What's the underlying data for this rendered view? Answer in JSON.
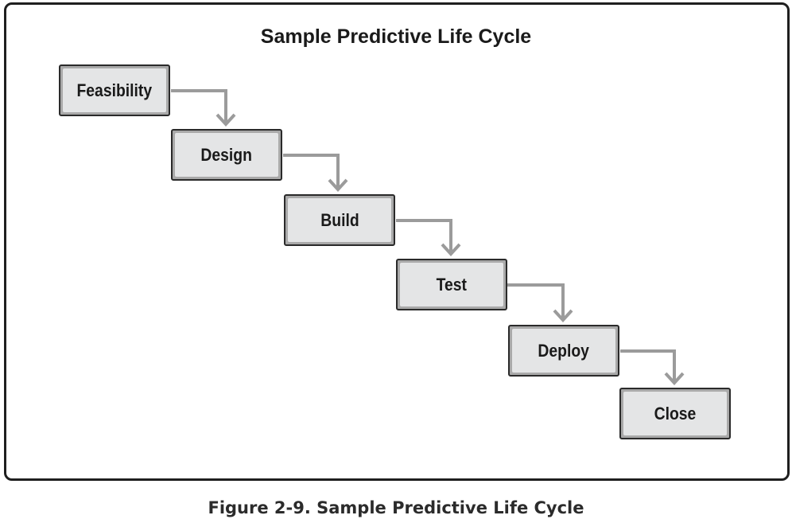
{
  "diagram": {
    "title": "Sample Predictive Life Cycle",
    "steps": [
      {
        "label": "Feasibility"
      },
      {
        "label": "Design"
      },
      {
        "label": "Build"
      },
      {
        "label": "Test"
      },
      {
        "label": "Deploy"
      },
      {
        "label": "Close"
      }
    ],
    "colors": {
      "box_fill": "#e4e5e6",
      "box_border": "#2a2a2a",
      "box_bevel": "#a9a9a9",
      "connector": "#9b9b9b",
      "frame": "#1f1f1f"
    }
  },
  "caption": "Figure 2-9. Sample Predictive Life Cycle"
}
